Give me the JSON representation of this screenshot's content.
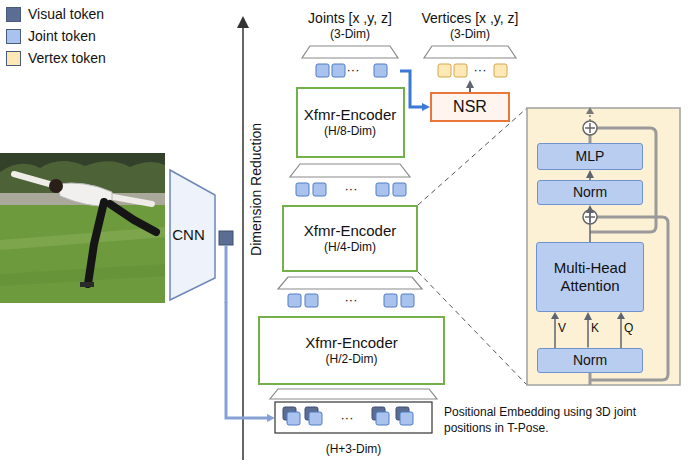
{
  "diagram": {
    "nodes": [
      {
        "text": [
          "Joints [x ,y, z]",
          "(3-Dim)"
        ]
      },
      {
        "text": [
          "Vertices [x ,y, z]",
          "(3-Dim)"
        ]
      },
      {
        "text": [
          "NSR"
        ]
      },
      {
        "text": [
          "Xfmr-Encoder",
          "(H/8-Dim)"
        ]
      },
      {
        "text": [
          "Xfmr-Encoder",
          "(H/4-Dim)"
        ]
      },
      {
        "text": [
          "Xfmr-Encoder",
          "(H/2-Dim)"
        ]
      },
      {
        "text": [
          "(H+3-Dim)"
        ]
      },
      {
        "text": [
          "CNN"
        ]
      },
      {
        "text": [
          "MLP"
        ]
      },
      {
        "text": [
          "Norm"
        ]
      },
      {
        "text": [
          "Multi-Head Attention"
        ]
      },
      {
        "text": [
          "Norm"
        ]
      }
    ],
    "edges": [
      {
        "from": 7,
        "to": 6,
        "arrow": "to"
      },
      {
        "from": 0,
        "to": 2,
        "arrow": "to"
      },
      {
        "from": 2,
        "to": 1,
        "arrow": "to"
      },
      {
        "from": 11,
        "to": 10,
        "arrow": "to"
      },
      {
        "from": 10,
        "to": 9,
        "arrow": "to"
      },
      {
        "from": 9,
        "to": 8,
        "arrow": "to"
      }
    ],
    "labels": [
      "Dimension Reduction",
      "Positional Embedding using 3D joint positions in T-Pose.",
      "V",
      "K",
      "Q",
      "···",
      "···",
      "···",
      "···",
      "···"
    ],
    "legend": [
      {
        "text": "Visual token",
        "color": "#5b6d92"
      },
      {
        "text": "Joint token",
        "color": "#a9c3ee"
      },
      {
        "text": "Vertex token",
        "color": "#fde8b6"
      }
    ]
  }
}
